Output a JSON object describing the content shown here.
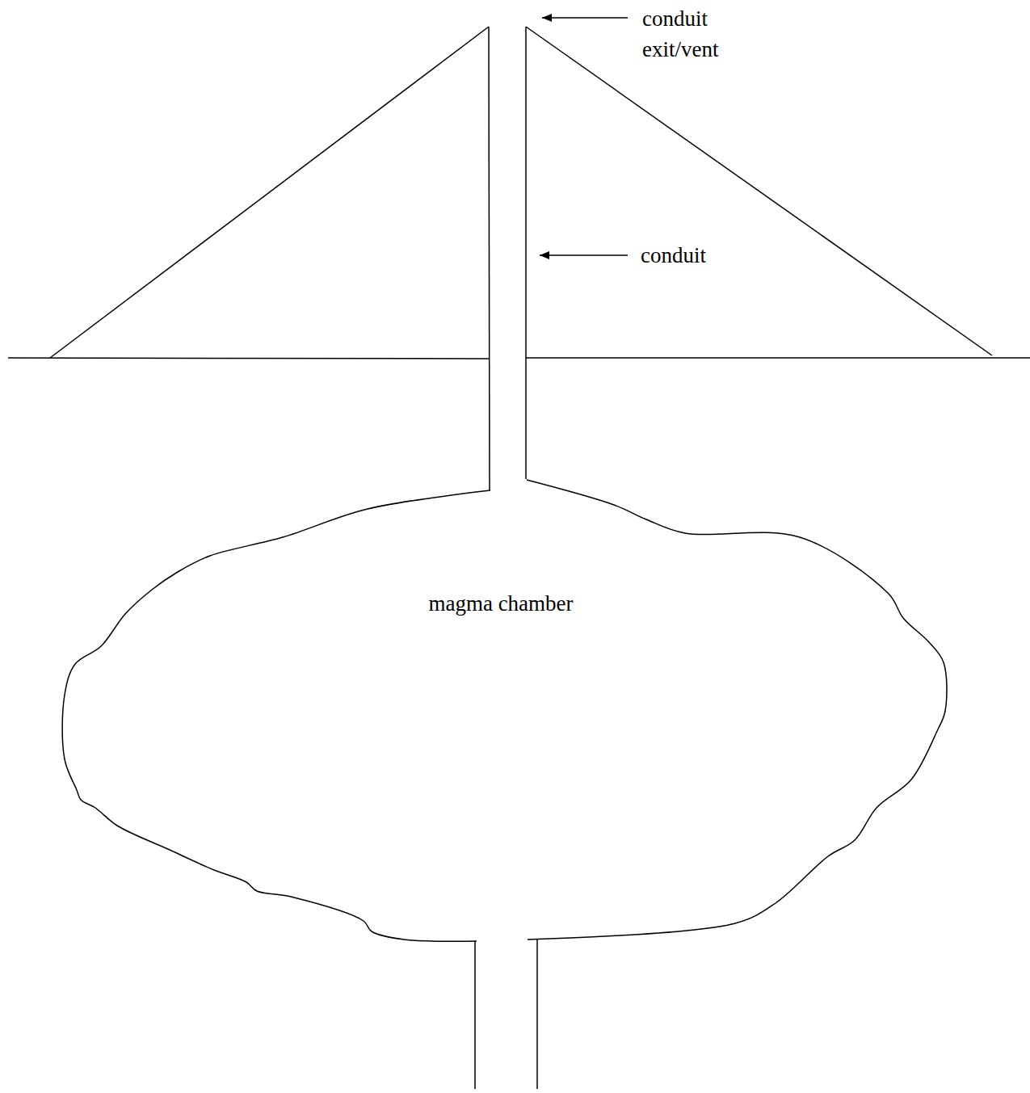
{
  "diagram": {
    "nodes": [
      {
        "text": [
          "magma chamber"
        ]
      }
    ],
    "labels": [
      "conduit exit/vent",
      "conduit"
    ]
  }
}
